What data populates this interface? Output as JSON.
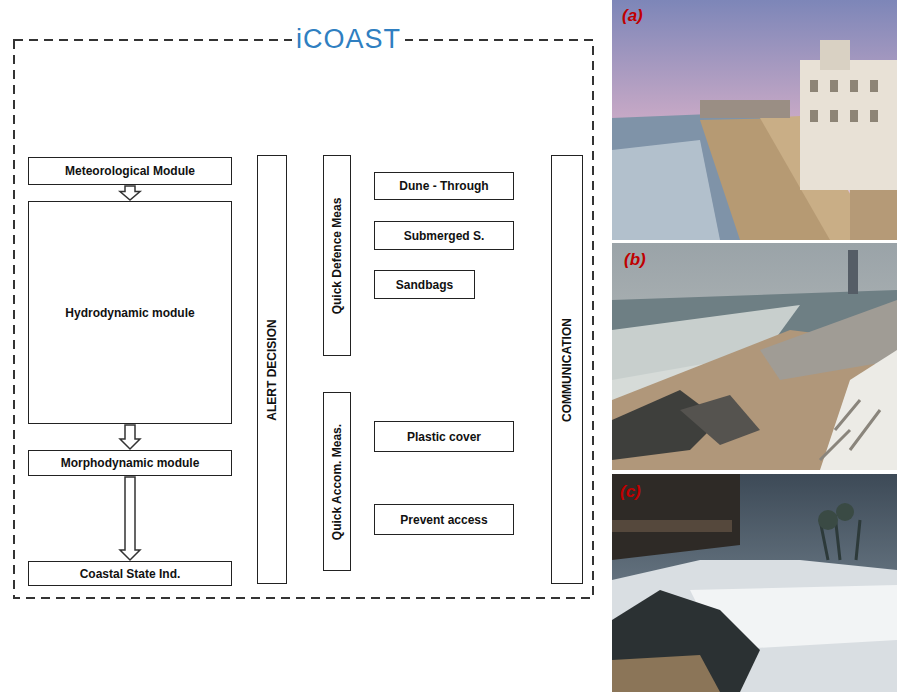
{
  "diagram": {
    "nodes": [
      {
        "text": [
          "Meteorological Module"
        ]
      },
      {
        "text": [
          "Hydrodynamic module"
        ]
      },
      {
        "text": [
          "Morphodynamic module"
        ]
      },
      {
        "text": [
          "Coastal State Ind."
        ]
      },
      {
        "text": [
          "ALERT DECISION"
        ]
      },
      {
        "text": [
          "Quick Defence Meas"
        ]
      },
      {
        "text": [
          "Dune - Through"
        ]
      },
      {
        "text": [
          "Submerged S."
        ]
      },
      {
        "text": [
          "Sandbags"
        ]
      },
      {
        "text": [
          "Quick Accom. Meas."
        ]
      },
      {
        "text": [
          "Plastic cover"
        ]
      },
      {
        "text": [
          "Prevent access"
        ]
      },
      {
        "text": [
          "COMMUNICATION"
        ]
      }
    ],
    "edges": [
      {
        "from": 0,
        "to": 1,
        "arrow": "to"
      },
      {
        "from": 1,
        "to": 2,
        "arrow": "to"
      },
      {
        "from": 2,
        "to": 3,
        "arrow": "to"
      }
    ],
    "labels": [
      "iCOAST",
      "(a)",
      "(b)",
      "(c)"
    ]
  }
}
